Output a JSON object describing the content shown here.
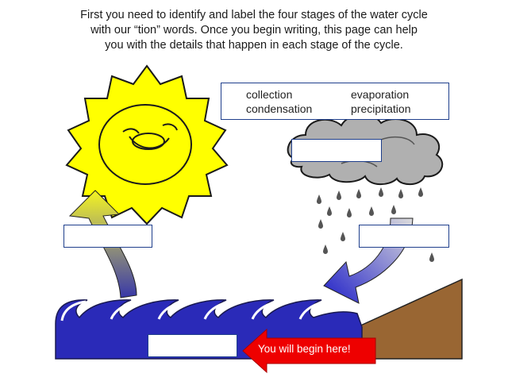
{
  "instructions": {
    "line1": "First you need to identify and label the four stages of the water cycle",
    "line2": "with our “tion” words.   Once you begin writing, this page can help",
    "line3": "you with the details that happen in  each stage of the cycle."
  },
  "word_bank": {
    "words": [
      "collection",
      "evaporation",
      "condensation",
      "precipitation"
    ]
  },
  "start_arrow": {
    "text": "You will begin here!"
  },
  "colors": {
    "sun": "#ffff00",
    "water": "#2a2ab8",
    "ground": "#996633",
    "cloud": "#b0b0b0",
    "start_arrow": "#ee0000",
    "box_border": "#1f3f8c"
  }
}
